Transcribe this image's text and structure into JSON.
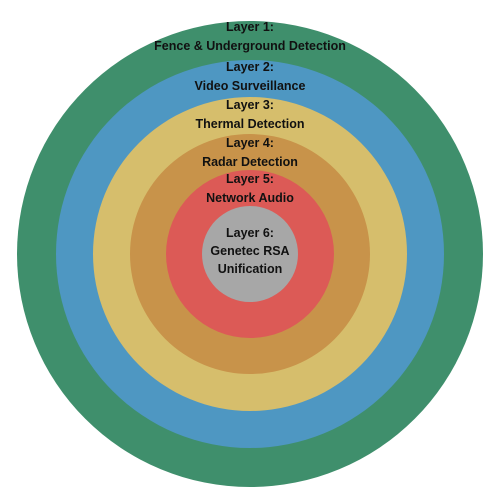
{
  "diagram": {
    "layers": [
      {
        "title": "Layer 1:",
        "subtitle": "Fence & Underground Detection",
        "color": "#3f8f6c"
      },
      {
        "title": "Layer 2:",
        "subtitle": "Video Surveillance",
        "color": "#4e97c2"
      },
      {
        "title": "Layer 3:",
        "subtitle": "Thermal Detection",
        "color": "#d6be6c"
      },
      {
        "title": "Layer 4:",
        "subtitle": "Radar Detection",
        "color": "#c8934a"
      },
      {
        "title": "Layer 5:",
        "subtitle": "Network Audio",
        "color": "#dc5a56"
      },
      {
        "title": "Layer 6:",
        "subtitle": "Genetec RSA",
        "subtitle2": "Unification",
        "color": "#a7a7a7"
      }
    ]
  }
}
